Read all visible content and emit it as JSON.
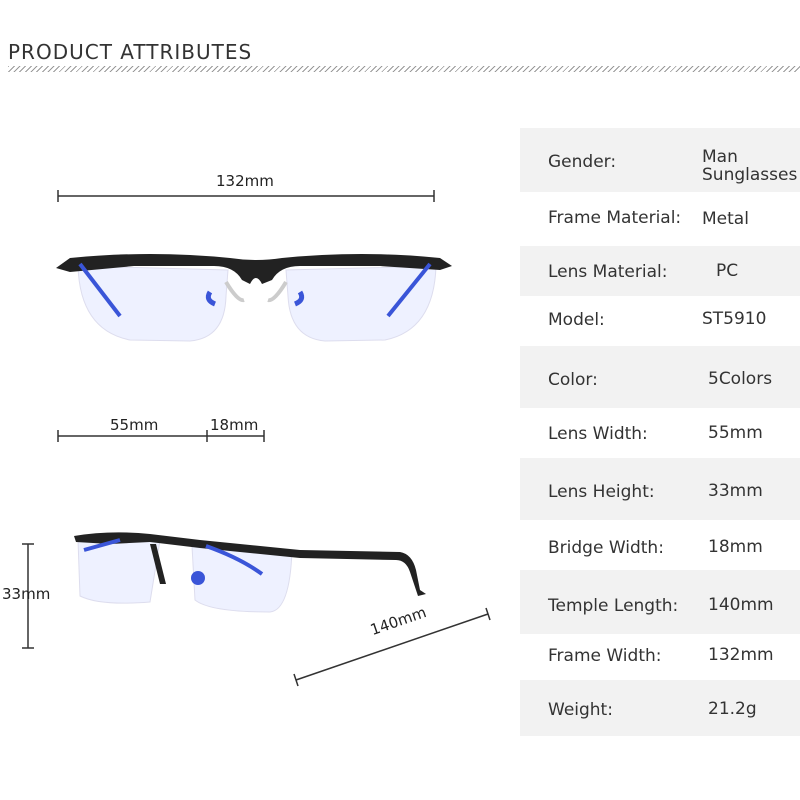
{
  "header": {
    "title": "PRODUCT ATTRIBUTES"
  },
  "dimensions": {
    "total_width": "132mm",
    "lens_width": "55mm",
    "bridge": "18mm",
    "lens_height": "33mm",
    "temple": "140mm"
  },
  "specs": [
    {
      "label": "Gender:",
      "value": "Man\nSunglasses"
    },
    {
      "label": "Frame Material:",
      "value": "Metal"
    },
    {
      "label": "Lens Material:",
      "value": "PC"
    },
    {
      "label": "Model:",
      "value": "ST5910"
    },
    {
      "label": "Color:",
      "value": "5Colors"
    },
    {
      "label": "Lens Width:",
      "value": "55mm"
    },
    {
      "label": "Lens Height:",
      "value": "33mm"
    },
    {
      "label": "Bridge Width:",
      "value": "18mm"
    },
    {
      "label": "Temple Length:",
      "value": "140mm"
    },
    {
      "label": "Frame Width:",
      "value": "132mm"
    },
    {
      "label": "Weight:",
      "value": "21.2g"
    }
  ],
  "colors": {
    "frame": "#222222",
    "arm_blue": "#3a55d8",
    "lens_tint": "#dfe4ff",
    "shade": "#f2f2f2"
  }
}
